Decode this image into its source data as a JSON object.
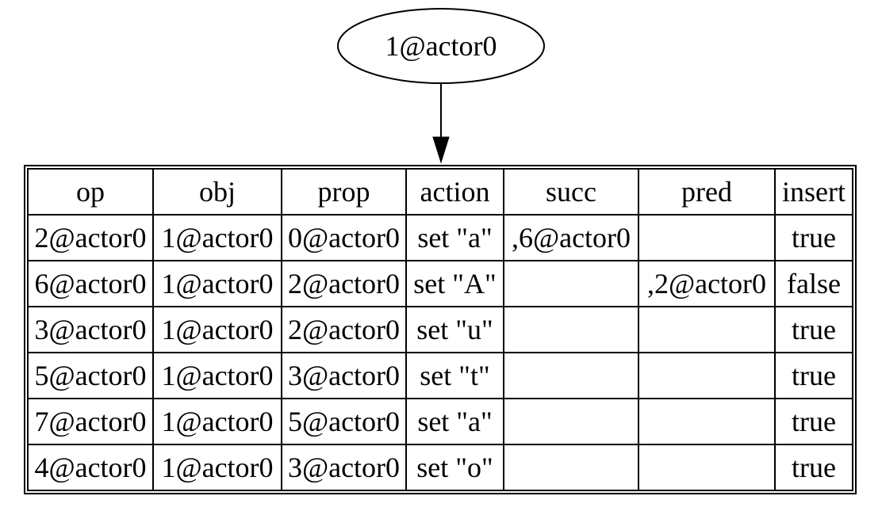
{
  "node": {
    "label": "1@actor0"
  },
  "table": {
    "headers": [
      "op",
      "obj",
      "prop",
      "action",
      "succ",
      "pred",
      "insert"
    ],
    "rows": [
      [
        "2@actor0",
        "1@actor0",
        "0@actor0",
        "set \"a\"",
        ",6@actor0",
        "",
        "true"
      ],
      [
        "6@actor0",
        "1@actor0",
        "2@actor0",
        "set \"A\"",
        "",
        ",2@actor0",
        "false"
      ],
      [
        "3@actor0",
        "1@actor0",
        "2@actor0",
        "set \"u\"",
        "",
        "",
        "true"
      ],
      [
        "5@actor0",
        "1@actor0",
        "3@actor0",
        "set \"t\"",
        "",
        "",
        "true"
      ],
      [
        "7@actor0",
        "1@actor0",
        "5@actor0",
        "set \"a\"",
        "",
        "",
        "true"
      ],
      [
        "4@actor0",
        "1@actor0",
        "3@actor0",
        "set \"o\"",
        "",
        "",
        "true"
      ]
    ]
  },
  "colors": {
    "stroke": "#000000",
    "background": "#ffffff"
  }
}
